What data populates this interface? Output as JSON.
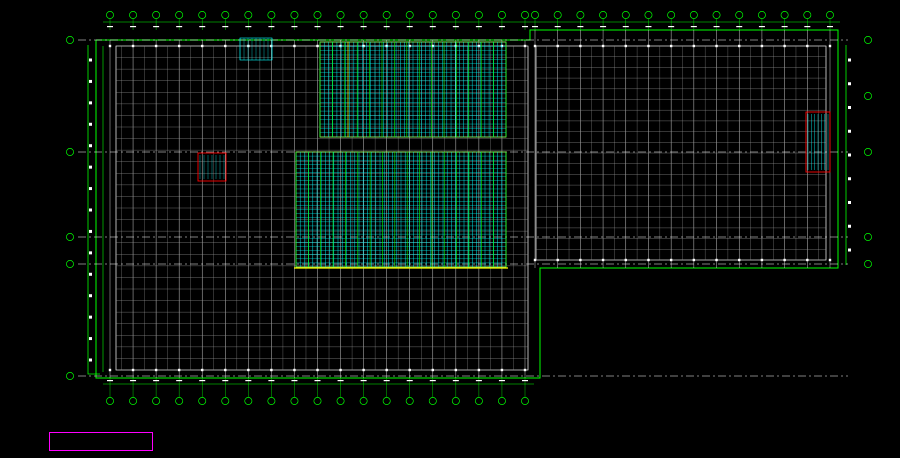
{
  "drawing": {
    "background": "#000000",
    "colors": {
      "structure": "#ffffff",
      "axis": "#00ff00",
      "hatch": "#00ffff",
      "accent": "#ffff00",
      "highlight": "#ff0000",
      "legend_frame": "#ff00ff"
    },
    "title": "",
    "bay_count_left": 18,
    "bay_count_right": 13,
    "hatched_zones": 2,
    "highlight_zones": 2
  },
  "legend": {
    "rows": [
      [
        "",
        "",
        "",
        ""
      ],
      [
        "",
        "",
        "",
        ""
      ],
      [
        "",
        "",
        "",
        ""
      ]
    ]
  }
}
